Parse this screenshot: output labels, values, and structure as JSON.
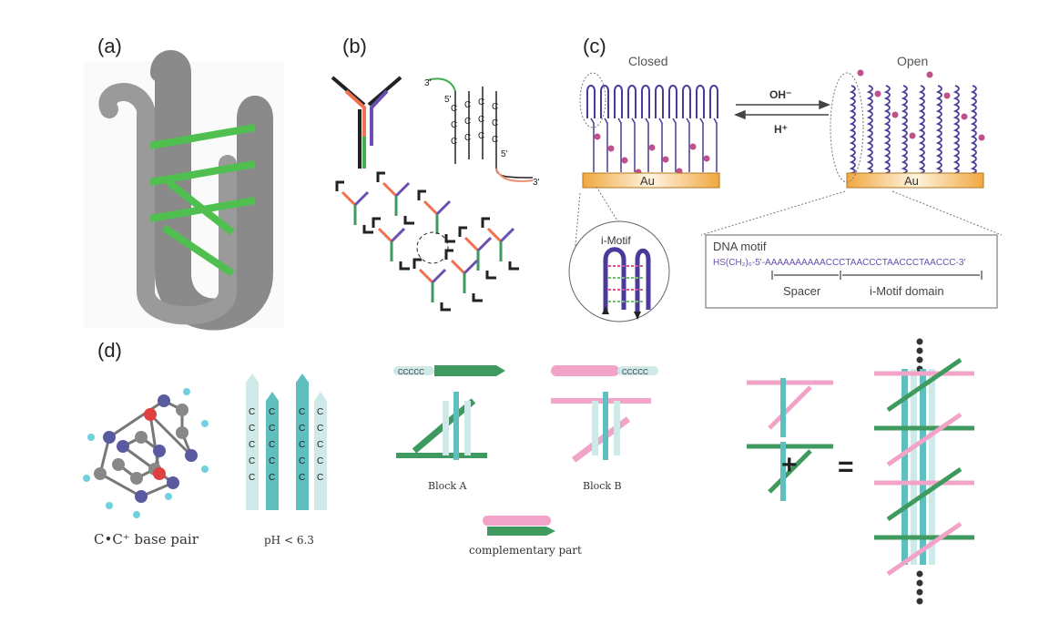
{
  "panels": {
    "a": {
      "label": "(a)"
    },
    "b": {
      "label": "(b)",
      "end_3a": "3'",
      "end_5a": "5'",
      "end_5b": "5'",
      "end_3b": "3'",
      "base": "C"
    },
    "c": {
      "label": "(c)",
      "closed": "Closed",
      "open": "Open",
      "forward": "OH⁻",
      "reverse": "H⁺",
      "substrate_left": "Au",
      "substrate_right": "Au",
      "imotif_title": "i-Motif",
      "motif_box": {
        "title": "DNA motif",
        "sequence": "HS(CH₂)₆-5'-AAAAAAAAAACCCTAACCCTAACCCTAACCC-3'",
        "spacer": "Spacer",
        "domain": "i-Motif domain"
      }
    },
    "d": {
      "label": "(d)",
      "base_pair": "C•C⁺ base pair",
      "ph": "pH < 6.3",
      "ccccc_a": "CCCCC",
      "ccccc_b": "CCCCC",
      "block_a": "Block A",
      "block_b": "Block B",
      "complementary": "complementary part",
      "plus": "+",
      "equals": "="
    }
  },
  "colors": {
    "green": "#3f9a5f",
    "pink": "#f2a3c8",
    "teal": "#5fbfbf",
    "purple": "#4b3a99",
    "gold": "#f0b050",
    "tube": "#8a8a8a",
    "orange": "#f07050"
  }
}
